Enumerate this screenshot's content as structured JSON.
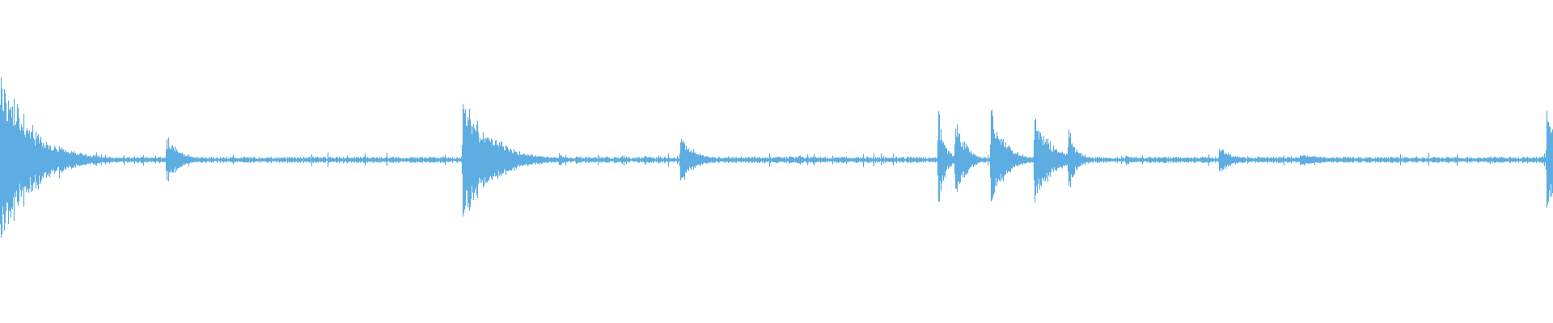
{
  "waveform": {
    "color": "#5dade2",
    "amplitude_scale": "relative",
    "baseline_amplitude": 0.025,
    "transients": [
      {
        "at": 0.0,
        "peak": 0.98,
        "decay": 0.02
      },
      {
        "at": 0.005,
        "peak": 0.55,
        "decay": 0.01
      },
      {
        "at": 0.038,
        "peak": 0.2,
        "decay": 0.004
      },
      {
        "at": 0.062,
        "peak": 0.08,
        "decay": 0.002
      },
      {
        "at": 0.107,
        "peak": 0.27,
        "decay": 0.008
      },
      {
        "at": 0.298,
        "peak": 0.72,
        "decay": 0.018
      },
      {
        "at": 0.327,
        "peak": 0.12,
        "decay": 0.006
      },
      {
        "at": 0.36,
        "peak": 0.08,
        "decay": 0.004
      },
      {
        "at": 0.415,
        "peak": 0.06,
        "decay": 0.002
      },
      {
        "at": 0.438,
        "peak": 0.26,
        "decay": 0.01
      },
      {
        "at": 0.514,
        "peak": 0.06,
        "decay": 0.004
      },
      {
        "at": 0.604,
        "peak": 0.58,
        "decay": 0.004
      },
      {
        "at": 0.615,
        "peak": 0.5,
        "decay": 0.006
      },
      {
        "at": 0.621,
        "peak": 0.26,
        "decay": 0.004
      },
      {
        "at": 0.638,
        "peak": 0.53,
        "decay": 0.009
      },
      {
        "at": 0.666,
        "peak": 0.52,
        "decay": 0.01
      },
      {
        "at": 0.688,
        "peak": 0.34,
        "decay": 0.005
      },
      {
        "at": 0.725,
        "peak": 0.06,
        "decay": 0.004
      },
      {
        "at": 0.785,
        "peak": 0.14,
        "decay": 0.01
      },
      {
        "at": 0.837,
        "peak": 0.07,
        "decay": 0.016
      },
      {
        "at": 0.996,
        "peak": 0.78,
        "decay": 0.006
      }
    ]
  }
}
